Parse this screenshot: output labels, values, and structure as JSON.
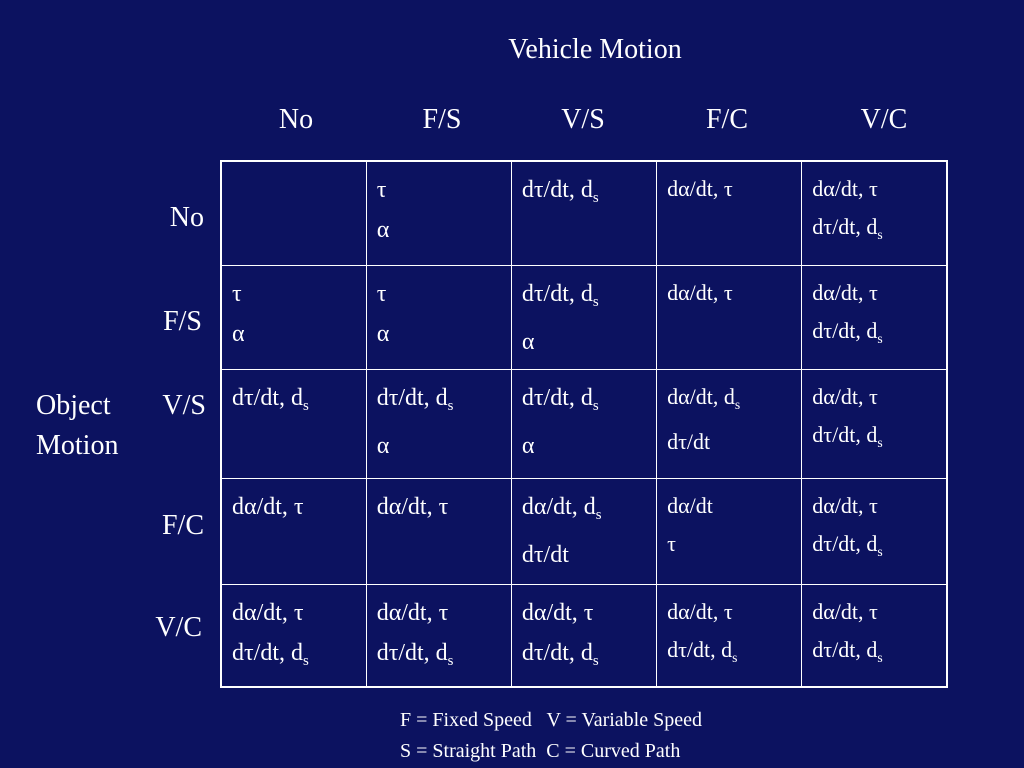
{
  "title": "Vehicle Motion",
  "col_headers": [
    "No",
    "F/S",
    "V/S",
    "F/C",
    "V/C"
  ],
  "row_headers": [
    "No",
    "F/S",
    "V/S",
    "F/C",
    "V/C"
  ],
  "row_axis_label": [
    "Object",
    "Motion"
  ],
  "cells": [
    [
      [],
      [
        "τ",
        "α"
      ],
      [
        "dτ/dt, d_s"
      ],
      [
        "dα/dt, τ"
      ],
      [
        "dα/dt, τ",
        "dτ/dt, d_s"
      ]
    ],
    [
      [
        "τ",
        "α"
      ],
      [
        "τ",
        "α"
      ],
      [
        "dτ/dt, d_s",
        "α"
      ],
      [
        "dα/dt, τ"
      ],
      [
        "dα/dt, τ",
        "dτ/dt, d_s"
      ]
    ],
    [
      [
        "dτ/dt, d_s"
      ],
      [
        "dτ/dt, d_s",
        "α"
      ],
      [
        "dτ/dt, d_s",
        "α"
      ],
      [
        "dα/dt, d_s",
        "dτ/dt"
      ],
      [
        "dα/dt, τ",
        "dτ/dt, d_s"
      ]
    ],
    [
      [
        "dα/dt, τ"
      ],
      [
        "dα/dt, τ"
      ],
      [
        "dα/dt, d_s",
        "dτ/dt"
      ],
      [
        "dα/dt",
        "τ"
      ],
      [
        "dα/dt, τ",
        "dτ/dt, d_s"
      ]
    ],
    [
      [
        "dα/dt, τ",
        "dτ/dt, d_s"
      ],
      [
        "dα/dt, τ",
        "dτ/dt, d_s"
      ],
      [
        "dα/dt, τ",
        "dτ/dt, d_s"
      ],
      [
        "dα/dt, τ",
        "dτ/dt, d_s"
      ],
      [
        "dα/dt, τ",
        "dτ/dt, d_s"
      ]
    ]
  ],
  "legend": [
    "F = Fixed Speed   V = Variable Speed",
    "S = Straight Path  C = Curved Path"
  ],
  "colors": {
    "background": "#0c1260",
    "text": "#ffffff",
    "grid": "#ffffff"
  }
}
